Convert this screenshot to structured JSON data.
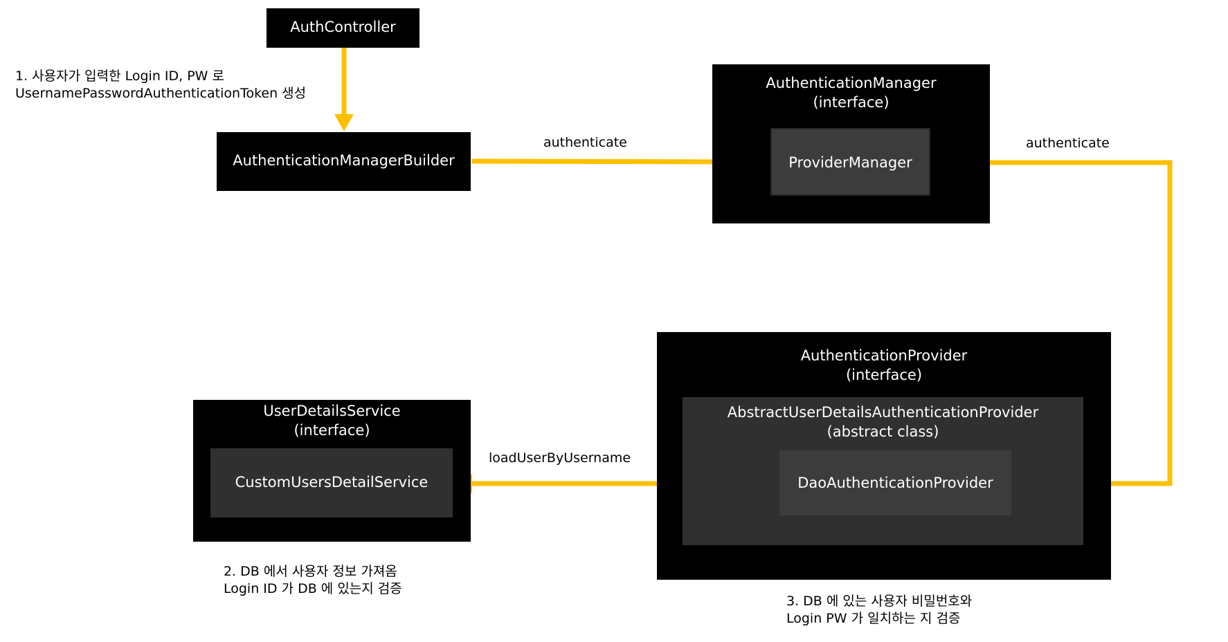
{
  "nodes": {
    "auth_controller": "AuthController",
    "auth_manager_builder": "AuthenticationManagerBuilder",
    "auth_manager_title": "AuthenticationManager",
    "auth_manager_sub": "(interface)",
    "provider_manager": "ProviderManager",
    "auth_provider_title": "AuthenticationProvider",
    "auth_provider_sub": "(interface)",
    "abstract_provider_title": "AbstractUserDetailsAuthenticationProvider",
    "abstract_provider_sub": "(abstract class)",
    "dao_provider": "DaoAuthenticationProvider",
    "user_details_title": "UserDetailsService",
    "user_details_sub": "(interface)",
    "custom_service": "CustomUsersDetailService"
  },
  "edges": {
    "authenticate_1": "authenticate",
    "authenticate_2": "authenticate",
    "load_user": "loadUserByUsername"
  },
  "notes": {
    "step1_line1": "1. 사용자가 입력한 Login ID, PW 로",
    "step1_line2": "UsernamePasswordAuthenticationToken 생성",
    "step2_line1": "2. DB 에서 사용자 정보 가져옴",
    "step2_line2": "Login ID 가 DB 에 있는지 검증",
    "step3_line1": "3. DB 에 있는 사용자 비밀번호와",
    "step3_line2": "Login PW 가 일치하는 지 검증"
  },
  "colors": {
    "arrow": "#FFC000",
    "box_outer": "#000000",
    "box_mid": "#303030",
    "box_inner": "#3c3c3c",
    "text_light": "#ffffff"
  }
}
